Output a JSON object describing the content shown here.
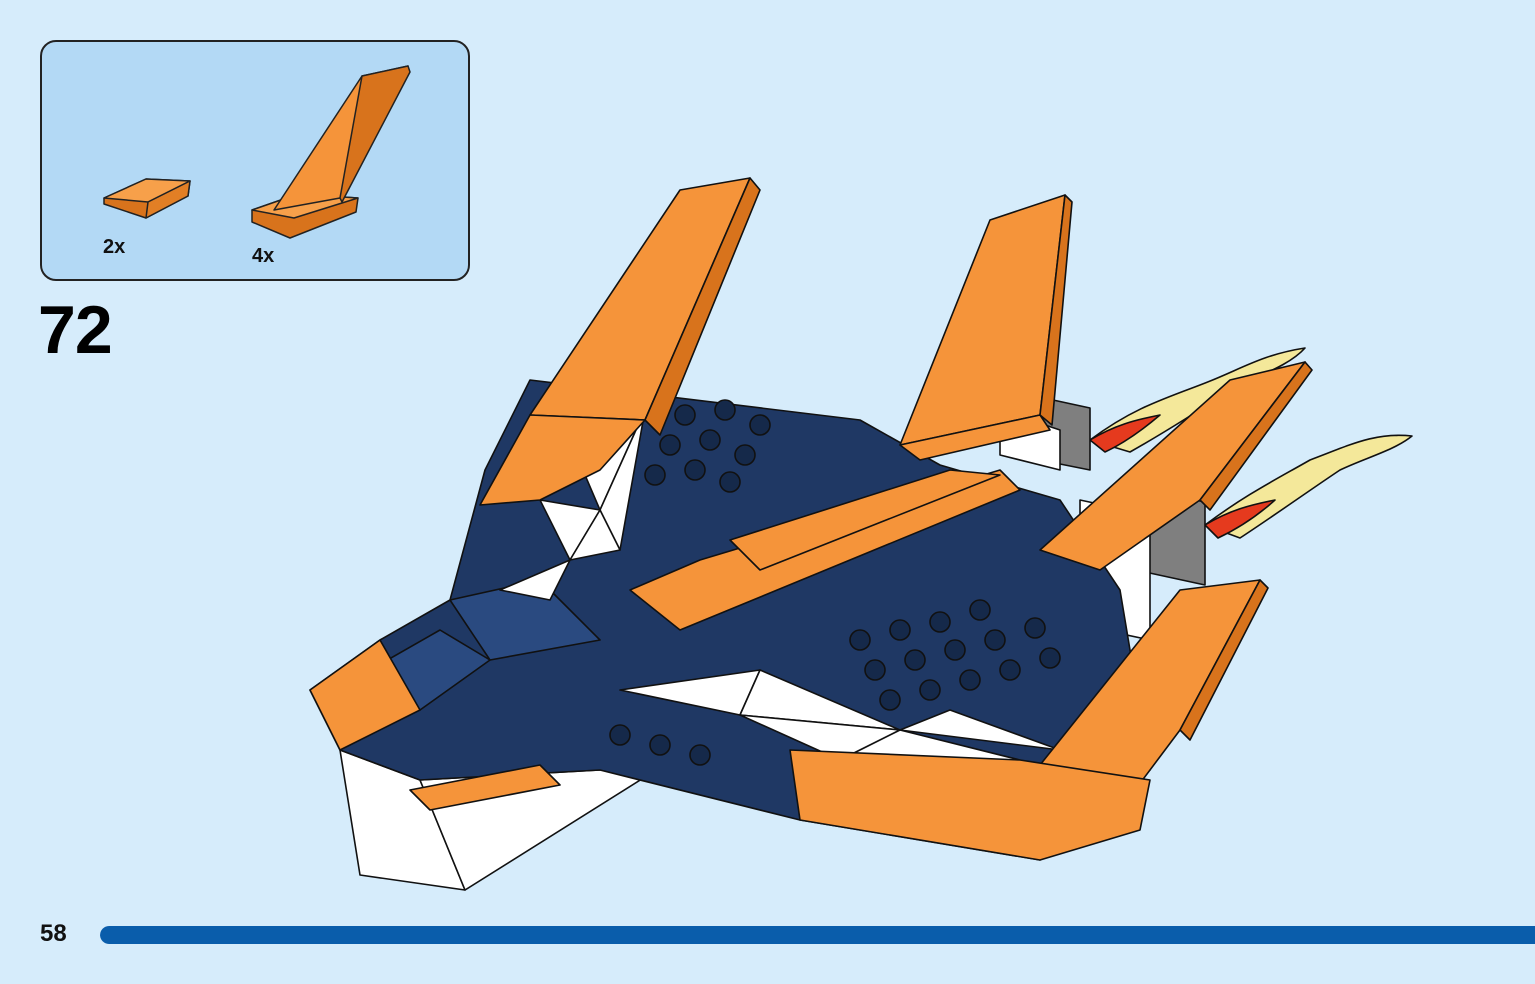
{
  "parts_list": {
    "items": [
      {
        "name": "orange-slope-tile-icon",
        "quantity": "2x"
      },
      {
        "name": "orange-fin-plate-icon",
        "quantity": "4x"
      }
    ]
  },
  "step": {
    "number": "72"
  },
  "page": {
    "number": "58"
  },
  "progress": {
    "fraction": 1.0
  },
  "colors": {
    "background": "#d6ecfb",
    "parts_box": "#b3d9f5",
    "orange": "#f5943a",
    "dark_blue": "#1f3864",
    "white": "#ffffff",
    "grey": "#7f7f7f",
    "progress_bar": "#0a5dab"
  }
}
